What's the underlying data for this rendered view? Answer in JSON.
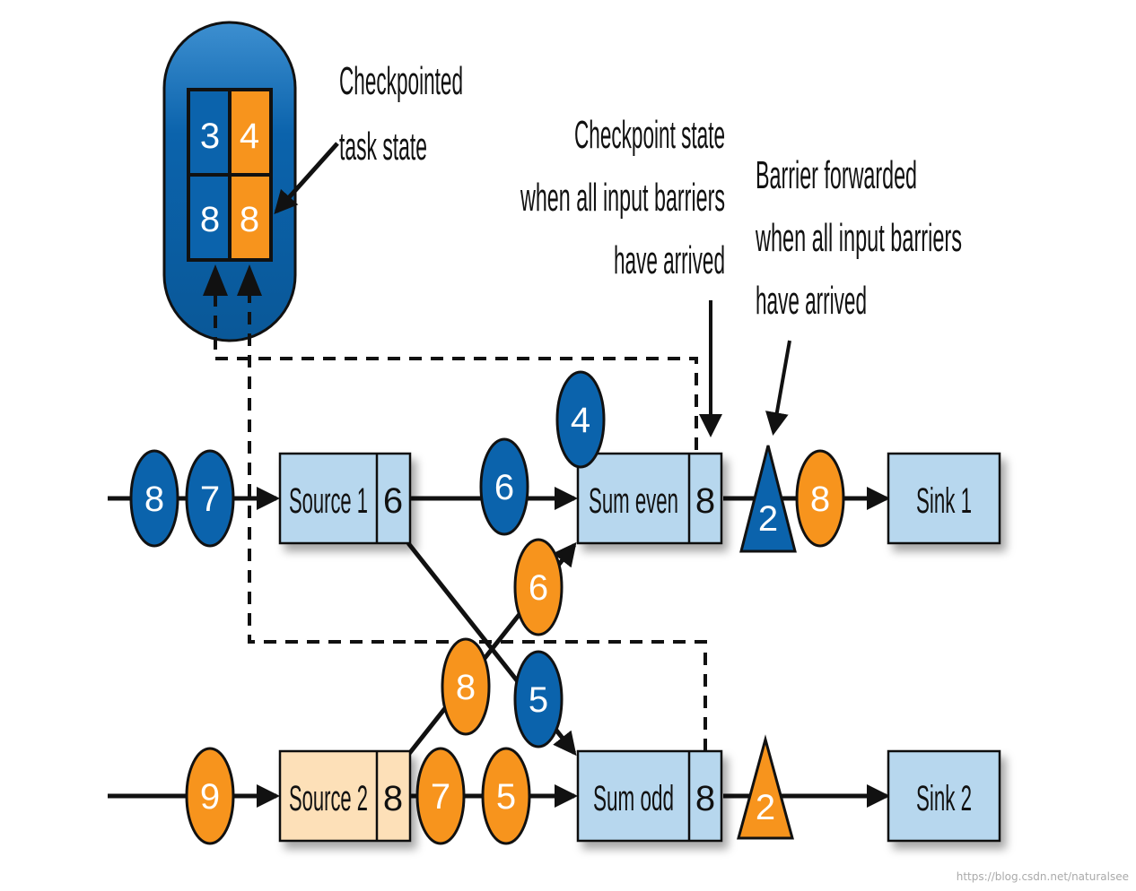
{
  "colors": {
    "blue": "#0b63ac",
    "orange": "#f7941d",
    "box_blue": "#b7d7ee",
    "box_peach": "#fde0b8",
    "line": "#111111"
  },
  "annotations": {
    "checkpointed_line1": "Checkpointed",
    "checkpointed_line2": "task state",
    "state_line1": "Checkpoint state",
    "state_line2": "when all input barriers",
    "state_line3": "have arrived",
    "forward_line1": "Barrier forwarded",
    "forward_line2": "when all input barriers",
    "forward_line3": "have arrived"
  },
  "state_store": {
    "cells": [
      "3",
      "4",
      "8",
      "8"
    ]
  },
  "operators": {
    "source1": {
      "label": "Source 1",
      "state": "6"
    },
    "source2": {
      "label": "Source 2",
      "state": "8"
    },
    "sum_even": {
      "label": "Sum even",
      "state": "8"
    },
    "sum_odd": {
      "label": "Sum odd",
      "state": "8"
    },
    "sink1": {
      "label": "Sink 1"
    },
    "sink2": {
      "label": "Sink 2"
    }
  },
  "records": {
    "in1_a": "8",
    "in1_b": "7",
    "s1_to_even": "6",
    "above_even": "4",
    "cross_orange_6": "6",
    "cross_orange_8": "8",
    "cross_blue_5": "5",
    "in2": "9",
    "s2_out_7": "7",
    "s2_out_5": "5",
    "after_even": "8"
  },
  "barriers": {
    "after_even": "2",
    "after_odd": "2"
  },
  "watermark": "https://blog.csdn.net/naturalsee"
}
